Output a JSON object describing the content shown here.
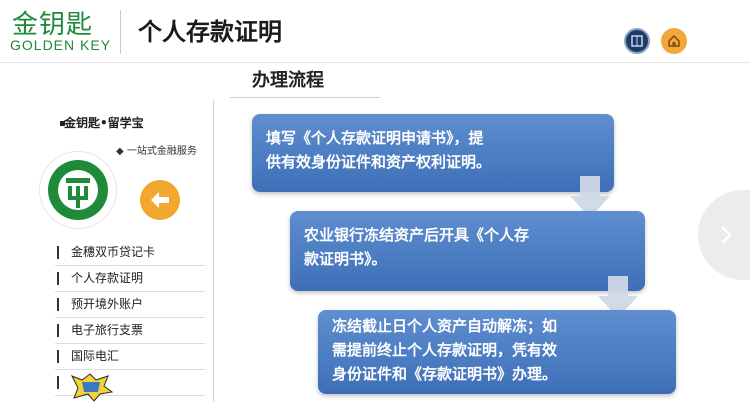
{
  "header": {
    "logo_cn": "金钥匙",
    "logo_en": "GOLDEN KEY",
    "title": "个人存款证明",
    "icons": [
      "book-icon",
      "home-icon"
    ]
  },
  "section": {
    "title": "办理流程"
  },
  "sidebar": {
    "brand": "金钥匙•留学宝",
    "tagline": "◆ 一站式金融服务",
    "back_icon": "arrow-left-icon",
    "items": [
      {
        "label": "金穗双币贷记卡"
      },
      {
        "label": "个人存款证明"
      },
      {
        "label": "预开境外账户"
      },
      {
        "label": "电子旅行支票"
      },
      {
        "label": "国际电汇"
      },
      {
        "label": ""
      }
    ]
  },
  "steps": [
    {
      "line1": "填写《个人存款证明申请书》，提",
      "line2": "供有效身份证件和资产权利证明。",
      "line3": ""
    },
    {
      "line1": "农业银行冻结资产后开具《个人存",
      "line2": "款证明书》。",
      "line3": ""
    },
    {
      "line1": "冻结截止日个人资产自动解冻；如",
      "line2": "需提前终止个人存款证明，凭有效",
      "line3": "身份证件和《存款证明书》办理。"
    }
  ],
  "nav": {
    "next_icon": "chevron-right-icon"
  },
  "colors": {
    "brand_green": "#1e8a3a",
    "step_blue": "#4a7cc2",
    "accent_orange": "#f4a72e",
    "icon_navy": "#1e3a66"
  }
}
